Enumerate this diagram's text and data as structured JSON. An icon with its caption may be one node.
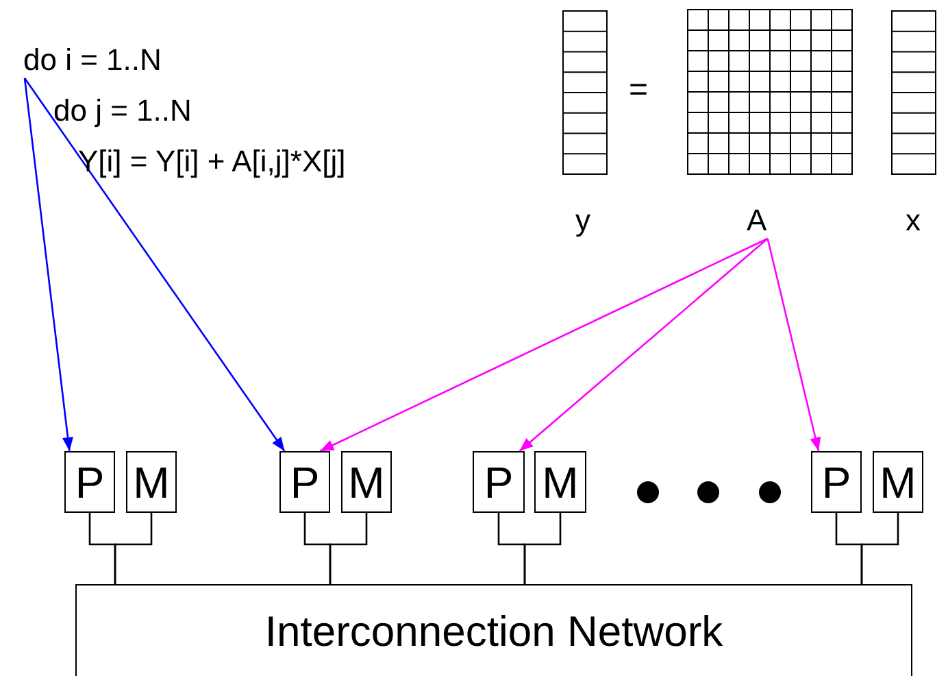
{
  "diagram": {
    "nodes": [
      {
        "text": [
          "do i = 1..N"
        ]
      },
      {
        "text": [
          "A"
        ]
      },
      {
        "text": [
          "P"
        ]
      },
      {
        "text": [
          "M"
        ]
      },
      {
        "text": [
          "P"
        ]
      },
      {
        "text": [
          "M"
        ]
      },
      {
        "text": [
          "P"
        ]
      },
      {
        "text": [
          "M"
        ]
      },
      {
        "text": [
          "P"
        ]
      },
      {
        "text": [
          "M"
        ]
      },
      {
        "text": [
          "Interconnection Network"
        ]
      }
    ],
    "edges": [
      {
        "from": 0,
        "to": 2,
        "arrow": "to",
        "color": "#0000ff"
      },
      {
        "from": 0,
        "to": 4,
        "arrow": "to",
        "color": "#0000ff"
      },
      {
        "from": 1,
        "to": 4,
        "arrow": "to",
        "color": "#ff00ff"
      },
      {
        "from": 1,
        "to": 6,
        "arrow": "to",
        "color": "#ff00ff"
      },
      {
        "from": 1,
        "to": 8,
        "arrow": "to",
        "color": "#ff00ff"
      },
      {
        "from": 2,
        "to": 10,
        "arrow": "none"
      },
      {
        "from": 3,
        "to": 10,
        "arrow": "none"
      },
      {
        "from": 4,
        "to": 10,
        "arrow": "none"
      },
      {
        "from": 5,
        "to": 10,
        "arrow": "none"
      },
      {
        "from": 6,
        "to": 10,
        "arrow": "none"
      },
      {
        "from": 7,
        "to": 10,
        "arrow": "none"
      },
      {
        "from": 8,
        "to": 10,
        "arrow": "none"
      },
      {
        "from": 9,
        "to": 10,
        "arrow": "none"
      }
    ],
    "labels": [
      "do j = 1..N",
      "Y[i] = Y[i] + A[i,j]*X[j]",
      "=",
      "y",
      "x"
    ]
  }
}
